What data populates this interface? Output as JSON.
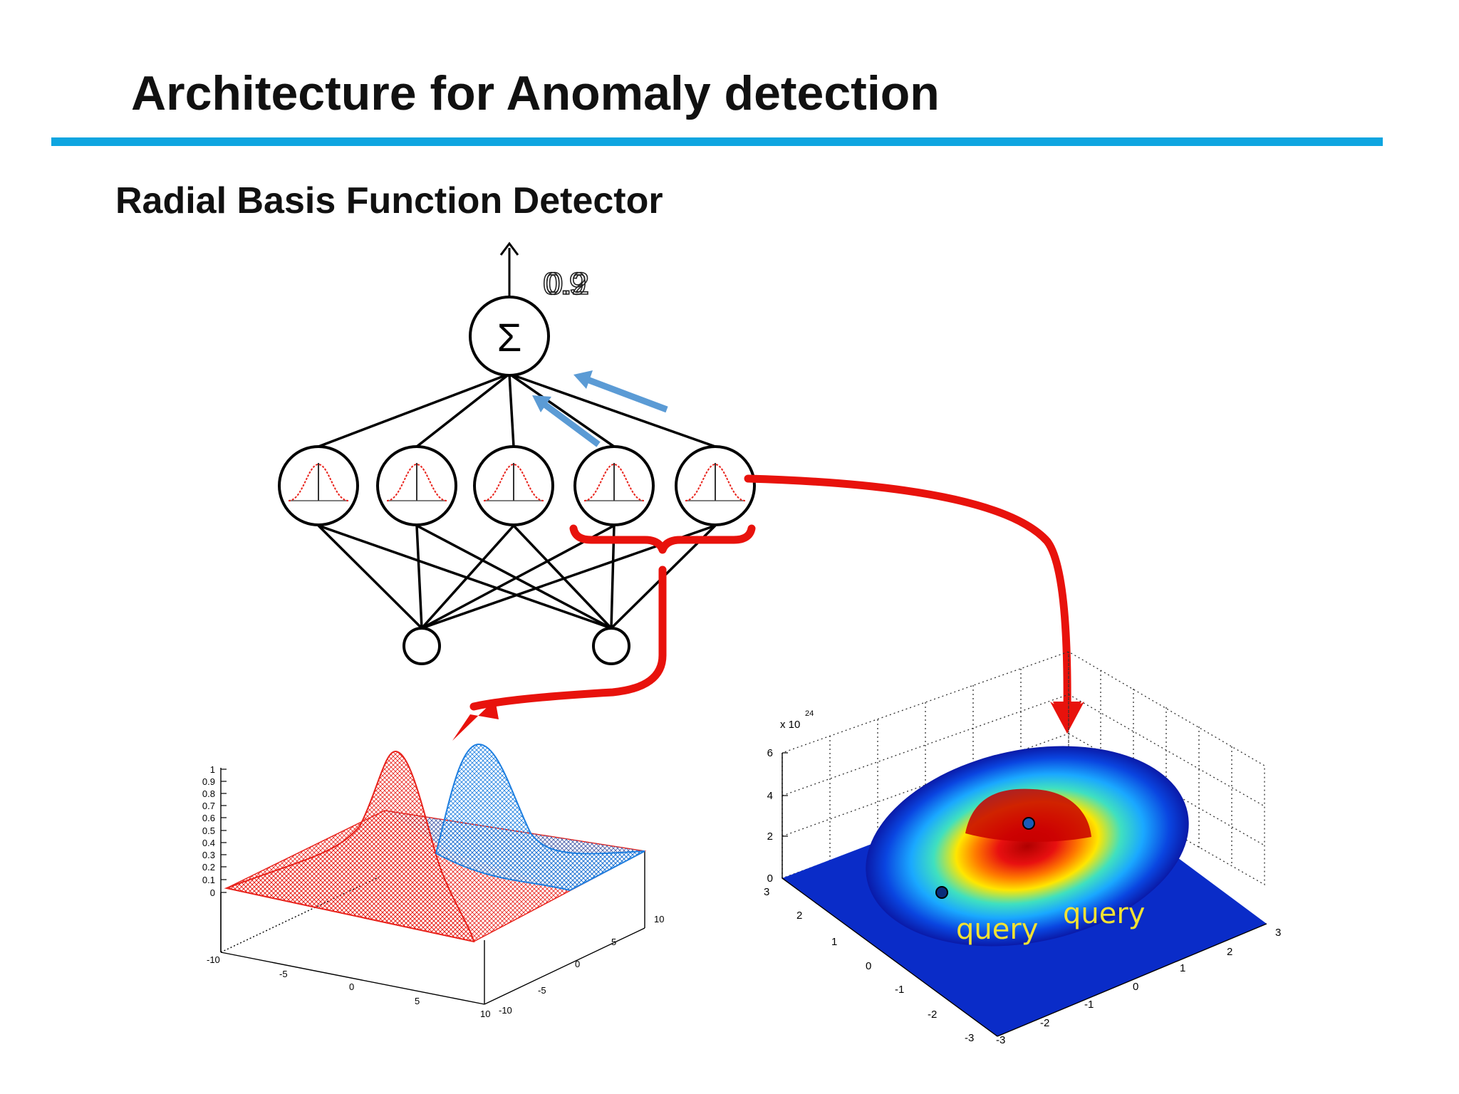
{
  "slide": {
    "title": "Architecture for Anomaly detection",
    "subtitle": "Radial Basis Function Detector"
  },
  "network": {
    "sum_symbol": "Σ",
    "output_values": [
      "0.9",
      "0.2"
    ],
    "hidden_units": 5,
    "input_units": 2
  },
  "left_plot": {
    "z_ticks": [
      "1",
      "0.9",
      "0.8",
      "0.7",
      "0.6",
      "0.5",
      "0.4",
      "0.3",
      "0.2",
      "0.1",
      "0"
    ],
    "x_ticks": [
      "-10",
      "-5",
      "0",
      "5",
      "10"
    ],
    "y_ticks": [
      "-10",
      "-5",
      "0",
      "5",
      "10"
    ],
    "series_colors": [
      "#e8231c",
      "#1e7fe0"
    ]
  },
  "right_plot": {
    "exponent_label": "x 10",
    "exponent": "24",
    "z_ticks": [
      "6",
      "4",
      "2",
      "0"
    ],
    "x_ticks": [
      "3",
      "2",
      "1",
      "0",
      "-1",
      "-2",
      "-3"
    ],
    "y_ticks": [
      "-3",
      "-2",
      "-1",
      "0",
      "1",
      "2",
      "3"
    ],
    "query_labels": [
      "query",
      "query"
    ],
    "query_color": "#f2e233"
  },
  "colors": {
    "accent_rule": "#0ea5e0",
    "highlight_arrow": "#e8120c",
    "weight_arrow": "#5b9bd5"
  }
}
